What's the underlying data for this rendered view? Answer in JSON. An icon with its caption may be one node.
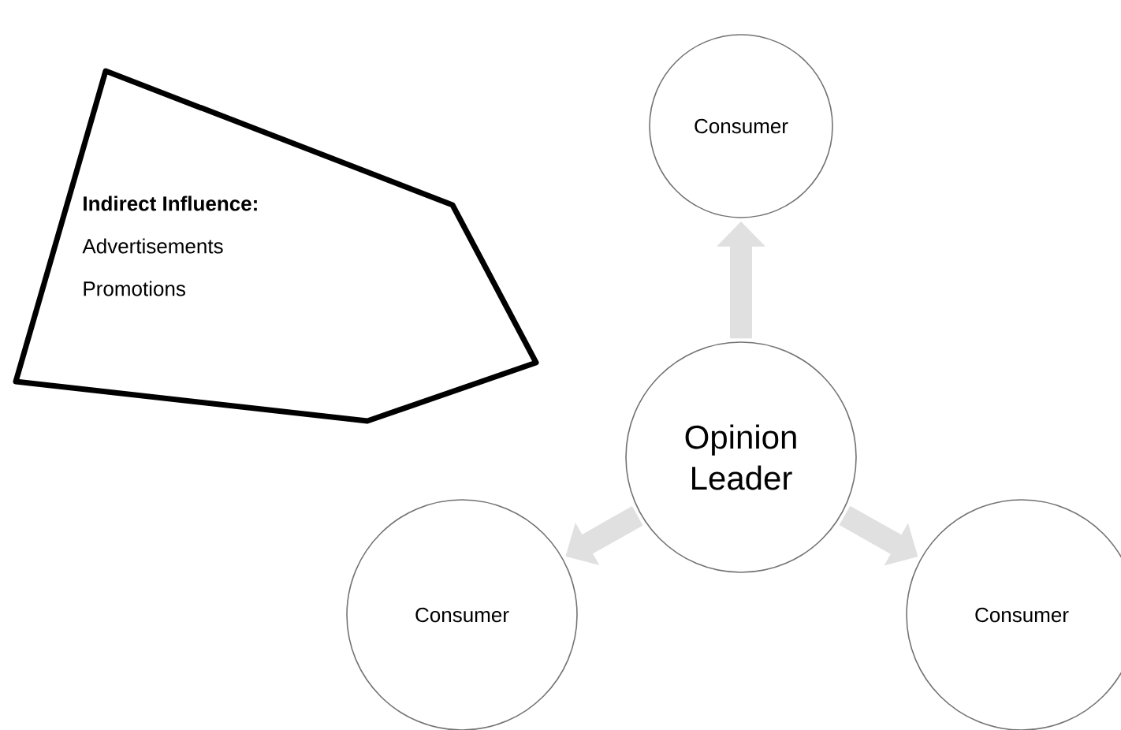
{
  "diagram": {
    "nodes": [
      {
        "text": [
          "Indirect Influence:",
          "Advertisements",
          "Promotions"
        ]
      },
      {
        "text": [
          "Consumer"
        ]
      },
      {
        "text": [
          "Opinion Leader"
        ]
      },
      {
        "text": [
          "Consumer"
        ]
      },
      {
        "text": [
          "Consumer"
        ]
      }
    ],
    "edges": [
      {
        "from": 2,
        "to": 1,
        "arrow": "to"
      },
      {
        "from": 2,
        "to": 3,
        "arrow": "to"
      },
      {
        "from": 2,
        "to": 4,
        "arrow": "to"
      }
    ]
  }
}
